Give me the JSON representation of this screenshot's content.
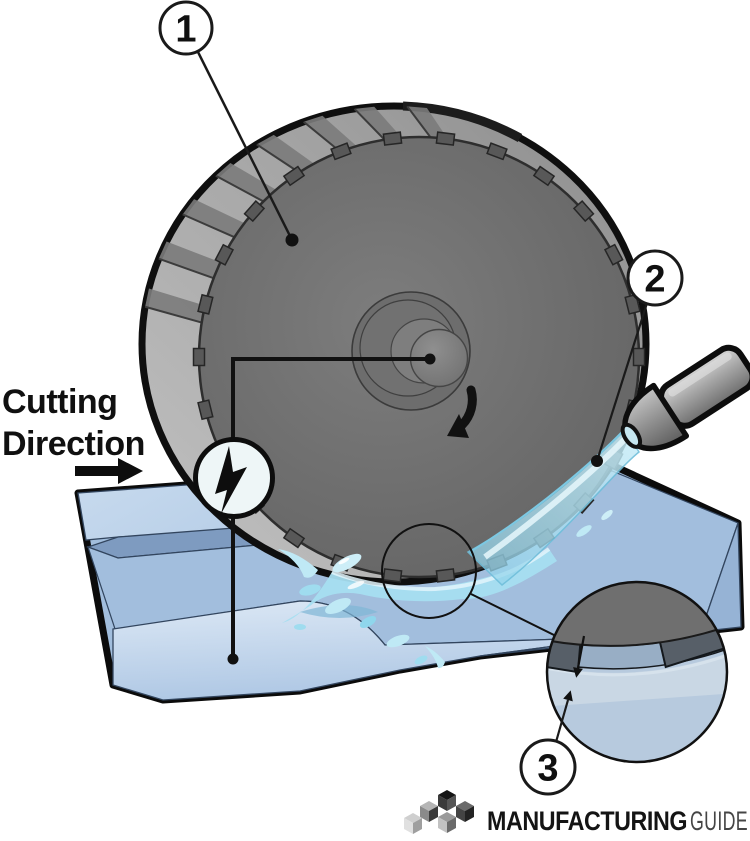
{
  "labels": {
    "cutting_direction_line1": "Cutting",
    "cutting_direction_line2": "Direction"
  },
  "callouts": [
    {
      "number": "1"
    },
    {
      "number": "2"
    },
    {
      "number": "3"
    }
  ],
  "logo": {
    "brand_bold": "MANUFACTURING",
    "brand_light": "GUIDE"
  },
  "icons": [
    "grinding-wheel",
    "abrasive-segment-blocks",
    "wheel-hub",
    "rotation-arrow-icon",
    "power-source-icon",
    "lightning-bolt-icon",
    "electrode-wires",
    "workpiece-block",
    "coolant-nozzle",
    "electrolyte-stream",
    "fluid-splash",
    "detail-magnifier-circle",
    "gap-arrows",
    "cutting-direction-arrow-icon",
    "logo-cubes-icon"
  ],
  "colors": {
    "background": "#ffffff",
    "wheel_face": "#6c6c6c",
    "wheel_rim": "#aaaaaa",
    "abrasive_segment": "#585858",
    "workpiece_top": "#a2bedd",
    "workpiece_front": "#d8e6f3",
    "workpiece_riser": "#7e9bc0",
    "fluid": "#9fdcef",
    "outline": "#111111",
    "power_symbol_fill": "#eef6f7"
  }
}
